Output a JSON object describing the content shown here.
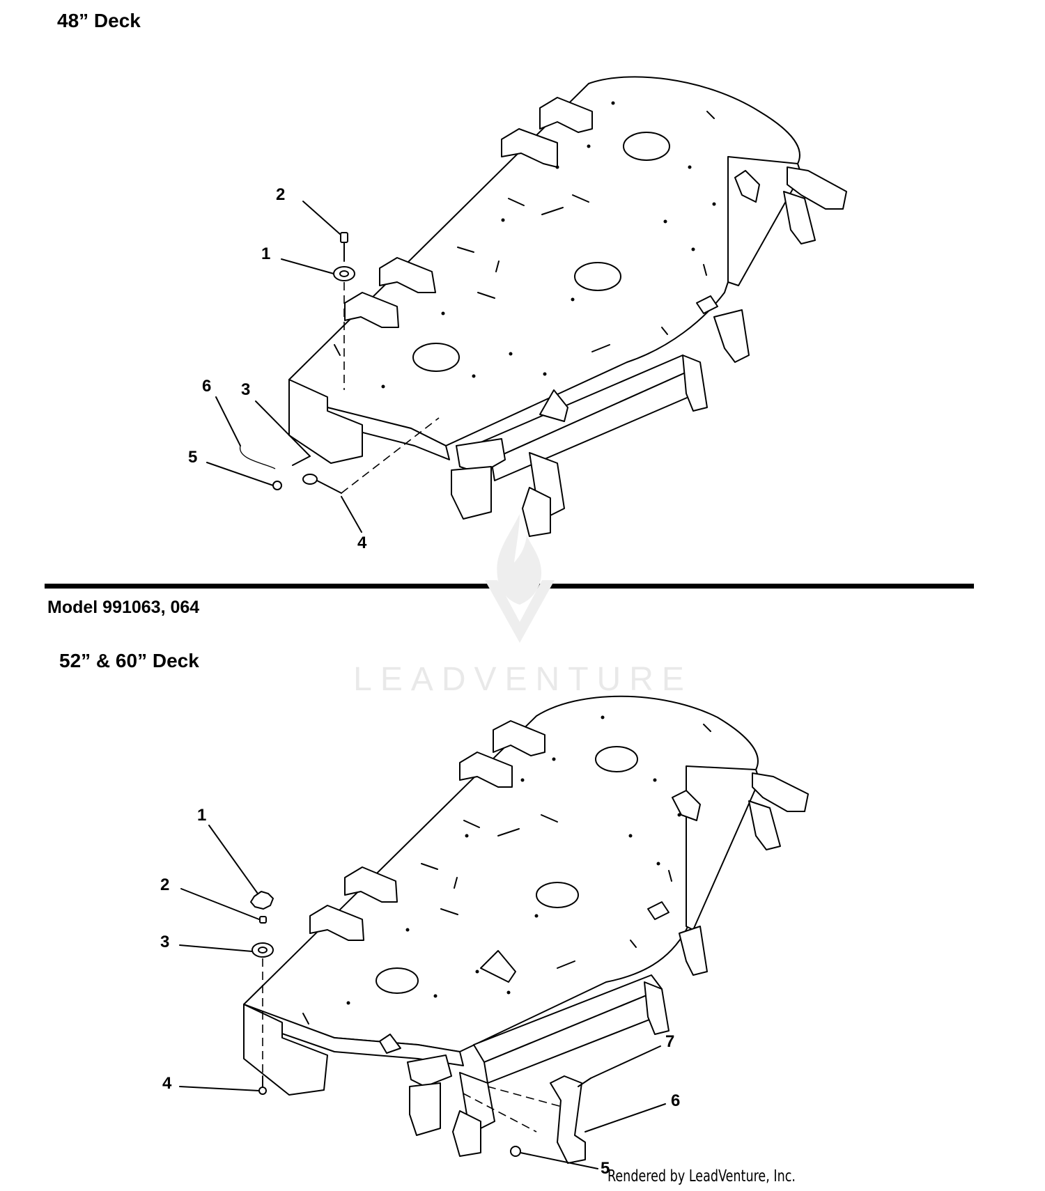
{
  "sections": {
    "top_title": "48” Deck",
    "model_label": "Model 991063, 064",
    "bottom_title": "52” & 60” Deck"
  },
  "callouts_top": [
    "1",
    "2",
    "3",
    "4",
    "5",
    "6"
  ],
  "callouts_bottom": [
    "1",
    "2",
    "3",
    "4",
    "5",
    "6",
    "7"
  ],
  "watermark": "LEADVENTURE",
  "credit": "Rendered by LeadVenture, Inc."
}
